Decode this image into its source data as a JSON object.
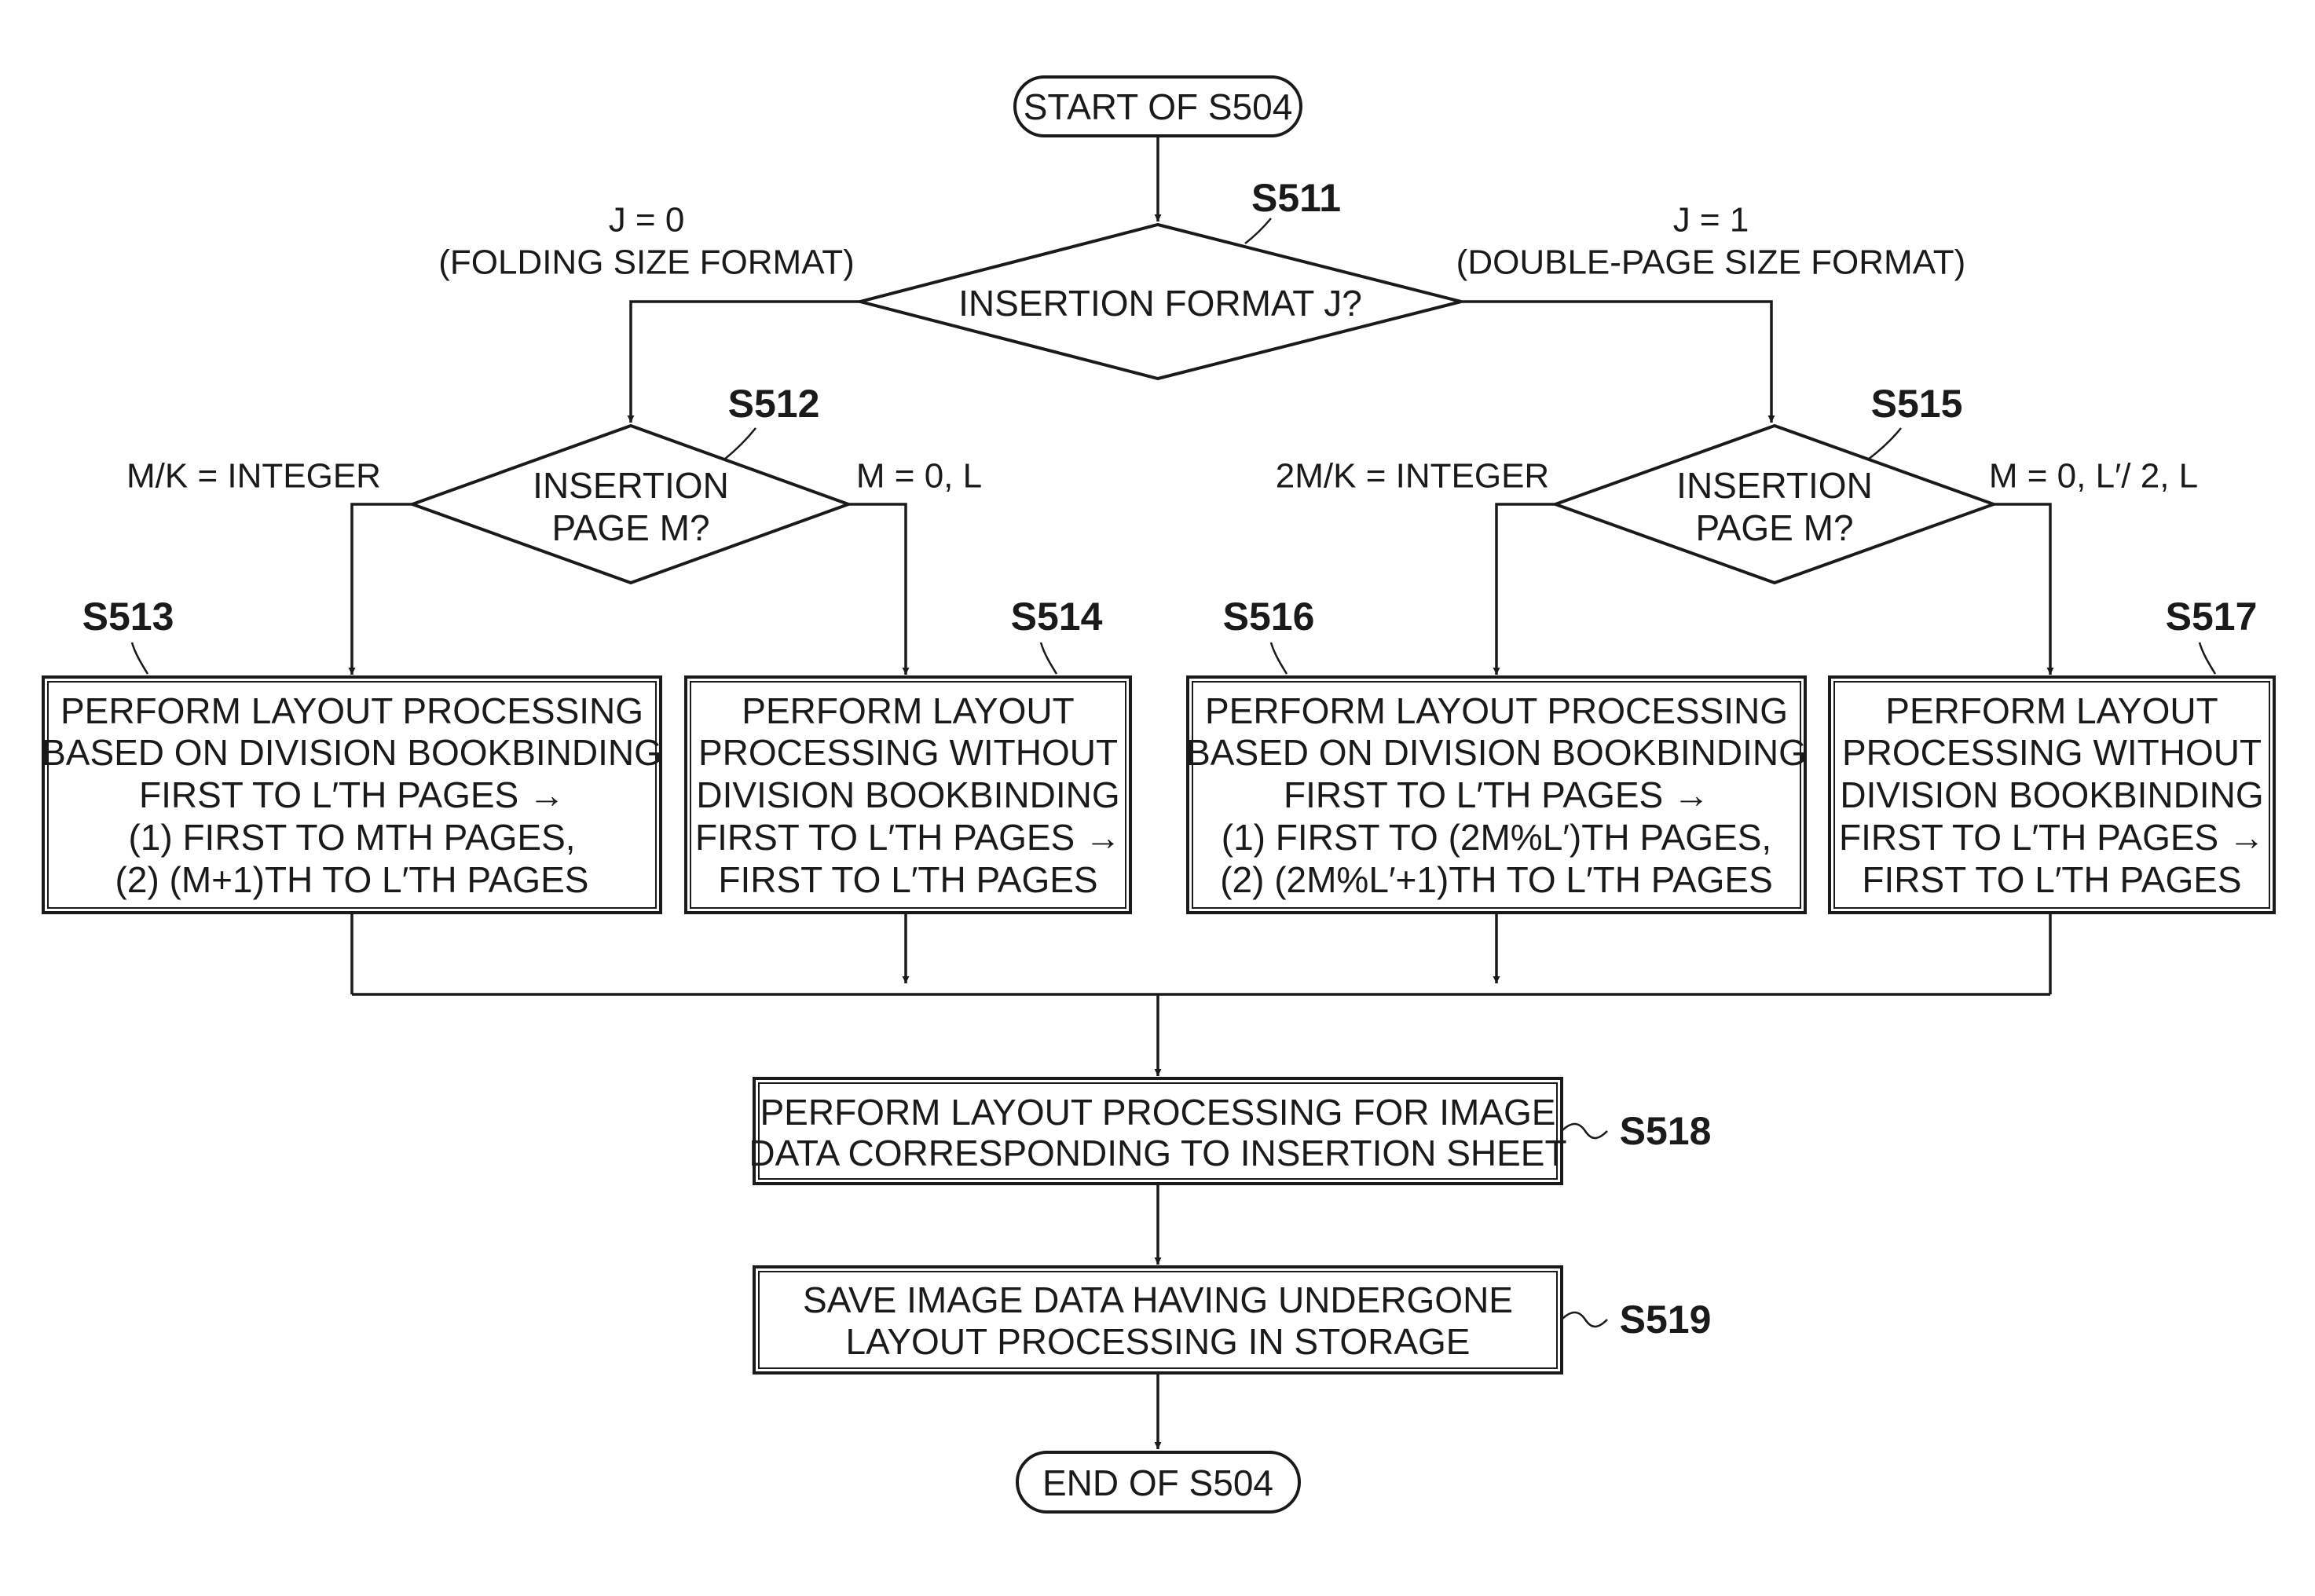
{
  "start": {
    "label": "START OF S504"
  },
  "end": {
    "label": "END OF S504"
  },
  "d511": {
    "step": "S511",
    "lines": [
      "INSERTION FORMAT J?"
    ],
    "left_branch": [
      "J = 0",
      "(FOLDING SIZE FORMAT)"
    ],
    "right_branch": [
      "J = 1",
      "(DOUBLE-PAGE SIZE FORMAT)"
    ]
  },
  "d512": {
    "step": "S512",
    "lines": [
      "INSERTION",
      "PAGE M?"
    ],
    "left_branch": "M/K = INTEGER",
    "right_branch": "M = 0, L"
  },
  "d515": {
    "step": "S515",
    "lines": [
      "INSERTION",
      "PAGE M?"
    ],
    "left_branch": "2M/K = INTEGER",
    "right_branch": "M = 0, L′/ 2, L"
  },
  "p513": {
    "step": "S513",
    "lines": [
      "PERFORM LAYOUT PROCESSING",
      "BASED ON DIVISION BOOKBINDING",
      "FIRST TO L′TH PAGES →",
      "(1) FIRST TO MTH PAGES,",
      "(2) (M+1)TH TO L′TH PAGES"
    ]
  },
  "p514": {
    "step": "S514",
    "lines": [
      "PERFORM LAYOUT",
      "PROCESSING WITHOUT",
      "DIVISION BOOKBINDING",
      "FIRST TO L′TH PAGES →",
      "FIRST TO L′TH PAGES"
    ]
  },
  "p516": {
    "step": "S516",
    "lines": [
      "PERFORM LAYOUT PROCESSING",
      "BASED ON DIVISION BOOKBINDING",
      "FIRST TO L′TH PAGES →",
      "(1) FIRST TO (2M%L′)TH PAGES,",
      "(2) (2M%L′+1)TH TO L′TH PAGES"
    ]
  },
  "p517": {
    "step": "S517",
    "lines": [
      "PERFORM LAYOUT",
      "PROCESSING WITHOUT",
      "DIVISION BOOKBINDING",
      "FIRST TO L′TH PAGES →",
      "FIRST TO L′TH PAGES"
    ]
  },
  "p518": {
    "step": "S518",
    "lines": [
      "PERFORM LAYOUT PROCESSING FOR IMAGE",
      "DATA CORRESPONDING TO INSERTION SHEET"
    ]
  },
  "p519": {
    "step": "S519",
    "lines": [
      "SAVE IMAGE DATA HAVING UNDERGONE",
      "LAYOUT PROCESSING IN STORAGE"
    ]
  }
}
